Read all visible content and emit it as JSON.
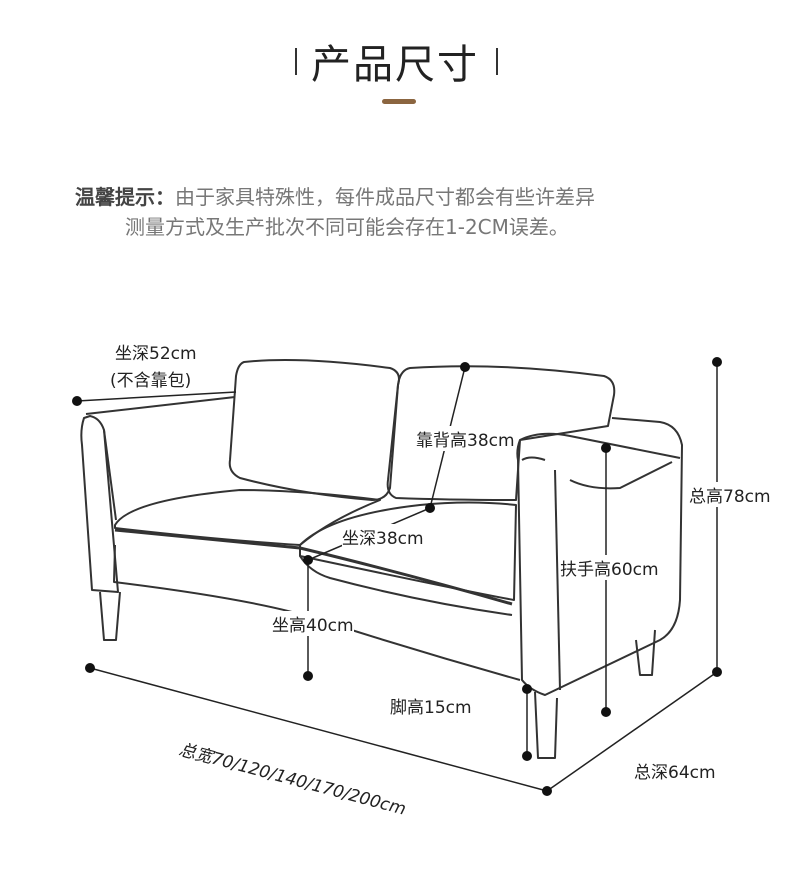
{
  "title": "产品尺寸",
  "accent_color": "#8b6540",
  "notice": {
    "label": "温馨提示：",
    "line1": "由于家具特殊性，每件成品尺寸都会有些许差异",
    "line2": "测量方式及生产批次不同可能会存在1-2CM误差。"
  },
  "dimensions": {
    "seat_depth_total": "坐深52cm",
    "seat_depth_note": "(不含靠包)",
    "back_height": "靠背高38cm",
    "seat_depth": "坐深38cm",
    "seat_height": "坐高40cm",
    "total_height": "总高78cm",
    "arm_height": "扶手高60cm",
    "leg_height": "脚高15cm",
    "total_width": "总宽70/120/140/170/200cm",
    "total_depth": "总深64cm"
  }
}
